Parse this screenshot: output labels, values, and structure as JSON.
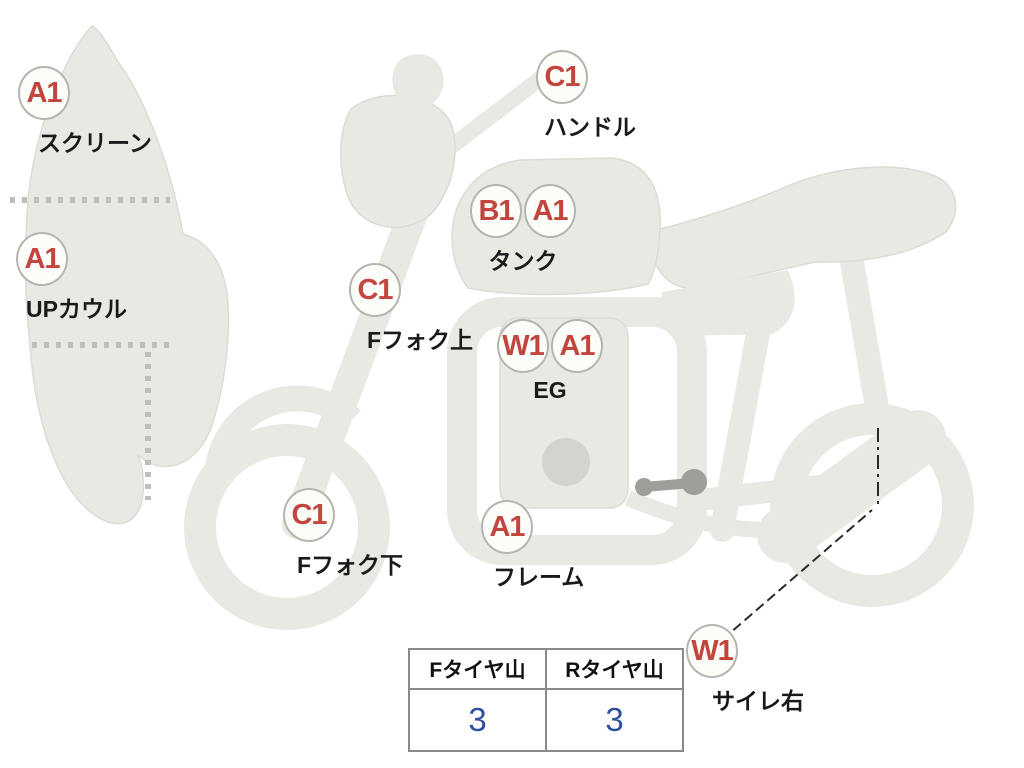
{
  "diagram": {
    "body_color": "#e9e9e3",
    "body_edge_color": "#d8d8d1",
    "accent_gray": "#9e9e9a",
    "marker_text_color": "#c2453e",
    "markers": [
      {
        "id": "screen",
        "codes": [
          "A1"
        ],
        "label": "スクリーン"
      },
      {
        "id": "upcowl",
        "codes": [
          "A1"
        ],
        "label": "UPカウル"
      },
      {
        "id": "handle",
        "codes": [
          "C1"
        ],
        "label": "ハンドル"
      },
      {
        "id": "tank",
        "codes": [
          "B1",
          "A1"
        ],
        "label": "タンク"
      },
      {
        "id": "ffork-upper",
        "codes": [
          "C1"
        ],
        "label": "Fフォク上"
      },
      {
        "id": "eg",
        "codes": [
          "W1",
          "A1"
        ],
        "label": "EG"
      },
      {
        "id": "ffork-lower",
        "codes": [
          "C1"
        ],
        "label": "Fフォク下"
      },
      {
        "id": "frame",
        "codes": [
          "A1"
        ],
        "label": "フレーム"
      },
      {
        "id": "sile-right",
        "codes": [
          "W1"
        ],
        "label": "サイレ右"
      }
    ]
  },
  "tire_table": {
    "headers": [
      "Fタイヤ山",
      "Rタイヤ山"
    ],
    "values": [
      "3",
      "3"
    ],
    "value_color": "#2d4f9e"
  }
}
